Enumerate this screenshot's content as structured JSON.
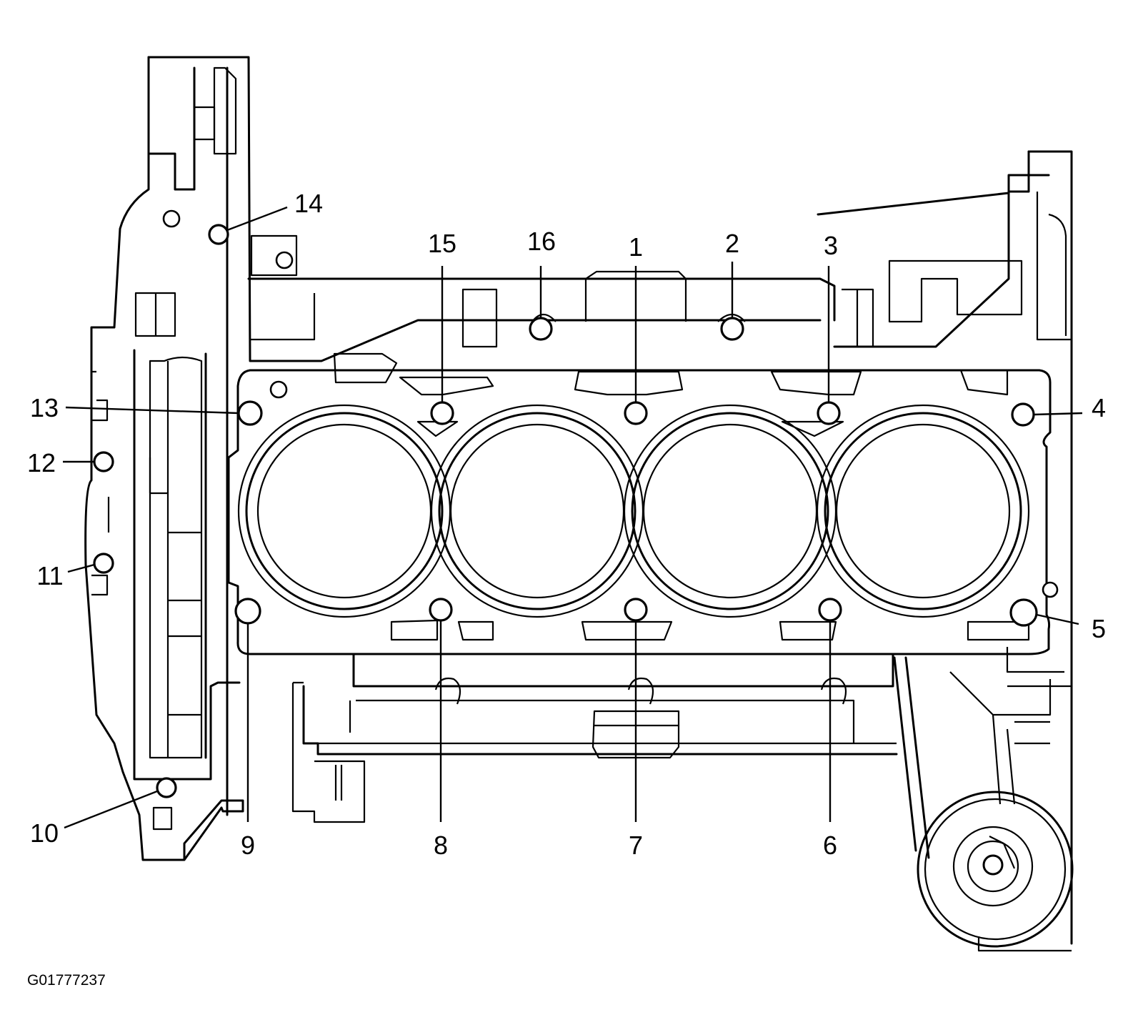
{
  "figure_id": "G01777237",
  "bolt_labels": [
    "1",
    "2",
    "3",
    "4",
    "5",
    "6",
    "7",
    "8",
    "9",
    "10",
    "11",
    "12",
    "13",
    "14",
    "15",
    "16"
  ]
}
